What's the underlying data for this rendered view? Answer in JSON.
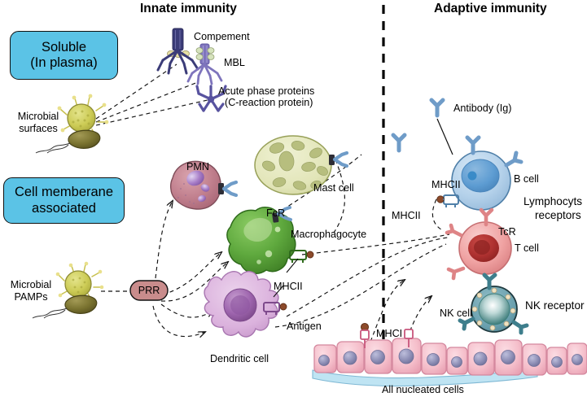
{
  "figure": {
    "headings": {
      "innate": "Innate immunity",
      "adaptive": "Adaptive immunity"
    },
    "category_boxes": [
      {
        "id": "soluble",
        "line1": "Soluble",
        "line2": "(In plasma)",
        "color": "#5BC3E6"
      },
      {
        "id": "membrane",
        "line1": "Cell memberane",
        "line2": "associated",
        "color": "#5BC3E6"
      }
    ],
    "innate": {
      "soluble_molecules": [
        {
          "name": "complement",
          "label": "Compement",
          "color": "#3B3C78"
        },
        {
          "name": "mbl",
          "label": "MBL",
          "color": "#7E74BC"
        },
        {
          "name": "acute-phase-protein",
          "label_line1": "Acute phase proteins",
          "label_line2": "(C-reaction protein)",
          "color": "#58539F"
        }
      ],
      "microbes": [
        {
          "id": "microbial-surfaces",
          "line1": "Microbial",
          "line2": "surfaces",
          "virus_color": "#CCCB55",
          "bacterium_color": "#77702F"
        },
        {
          "id": "microbial-pamps",
          "line1": "Microbial",
          "line2": "PAMPs",
          "virus_color": "#CCCB55",
          "bacterium_color": "#77702F"
        }
      ],
      "receptor_node": {
        "label": "PRR",
        "color": "#C98C8C"
      },
      "cells": [
        {
          "id": "pmn",
          "label": "PMN",
          "color": "#BC7F8E",
          "receptor": ""
        },
        {
          "id": "mast-cell",
          "label": "Mast cell",
          "color": "#E3E6BB",
          "receptor": ""
        },
        {
          "id": "macrophagocyte",
          "label": "Macrophagocyte",
          "color": "#5CA83D",
          "receptor": "FcR",
          "mhc": "MHCII"
        },
        {
          "id": "dendritic-cell",
          "label": "Dendritic cell",
          "color": "#DCB2DE",
          "mhc": "MHCII",
          "antigen": "Antigen"
        }
      ]
    },
    "adaptive": {
      "antibody": {
        "label": "Antibody (Ig)",
        "color": "#6F9CC8"
      },
      "lymphocyte_receptors": {
        "line1": "Lymphocyts",
        "line2": "receptors"
      },
      "cells": [
        {
          "id": "b-cell",
          "label": "B cell",
          "color": "#AFCDE8",
          "nucleus": "#5B9BD0",
          "mhc": "MHCII"
        },
        {
          "id": "t-cell",
          "label": "T cell",
          "color": "#F0A2A2",
          "nucleus": "#AE3030",
          "receptor": "TcR"
        },
        {
          "id": "nk-cell",
          "label": "NK cell",
          "color": "#5E9BA8",
          "receptor": "NK receptor"
        }
      ],
      "mhc_label_center": "MHCII"
    },
    "nucleated_cells": {
      "label": "All nucleated cells",
      "mhc": "MHCI",
      "cell_color": "#F6C0CB",
      "membrane_color": "#BFE4F3"
    },
    "divider": {
      "name": "dashed-vertical-divider",
      "color": "#000000"
    }
  }
}
